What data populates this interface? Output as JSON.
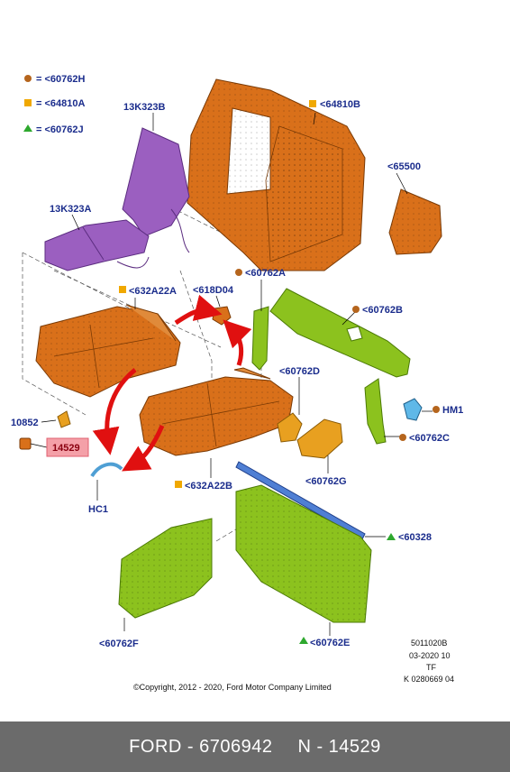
{
  "legend": [
    {
      "symbol": "circle",
      "color": "#b5651d",
      "text": "= <60762H"
    },
    {
      "symbol": "square",
      "color": "#f0a800",
      "text": "= <64810A"
    },
    {
      "symbol": "triangle",
      "color": "#2ea82e",
      "text": "= <60762J"
    }
  ],
  "labels": {
    "l13K323B": "13K323B",
    "l64810B": "<64810B",
    "l65500": "<65500",
    "l13K323A": "13K323A",
    "l60762A": "<60762A",
    "l632A22A": "<632A22A",
    "l618D04": "<618D04",
    "l60762B": "<60762B",
    "l60762D": "<60762D",
    "l10852": "10852",
    "l14529": "14529",
    "lHM1": "HM1",
    "l60762C": "<60762C",
    "l60762G": "<60762G",
    "l632A22B": "<632A22B",
    "lHC1": "HC1",
    "l60328": "<60328",
    "l60762F": "<60762F",
    "l60762E": "<60762E"
  },
  "meta": {
    "line1": "5011020B",
    "line2": "03-2020 10",
    "line3": "TF",
    "line4": "K 0280669 04"
  },
  "copyright": "©Copyright, 2012 - 2020, Ford Motor Company Limited",
  "footer": {
    "left": "FORD - 6706942",
    "right": "N - 14529"
  },
  "colors": {
    "orange_part": "#d9701a",
    "purple_part": "#9b5fc0",
    "green_part": "#8cc21e",
    "blue_part": "#4f7fd4",
    "highlight": "#f4a0a8",
    "label_text": "#1a2c8c",
    "footer_bg": "#6b6b6b"
  }
}
